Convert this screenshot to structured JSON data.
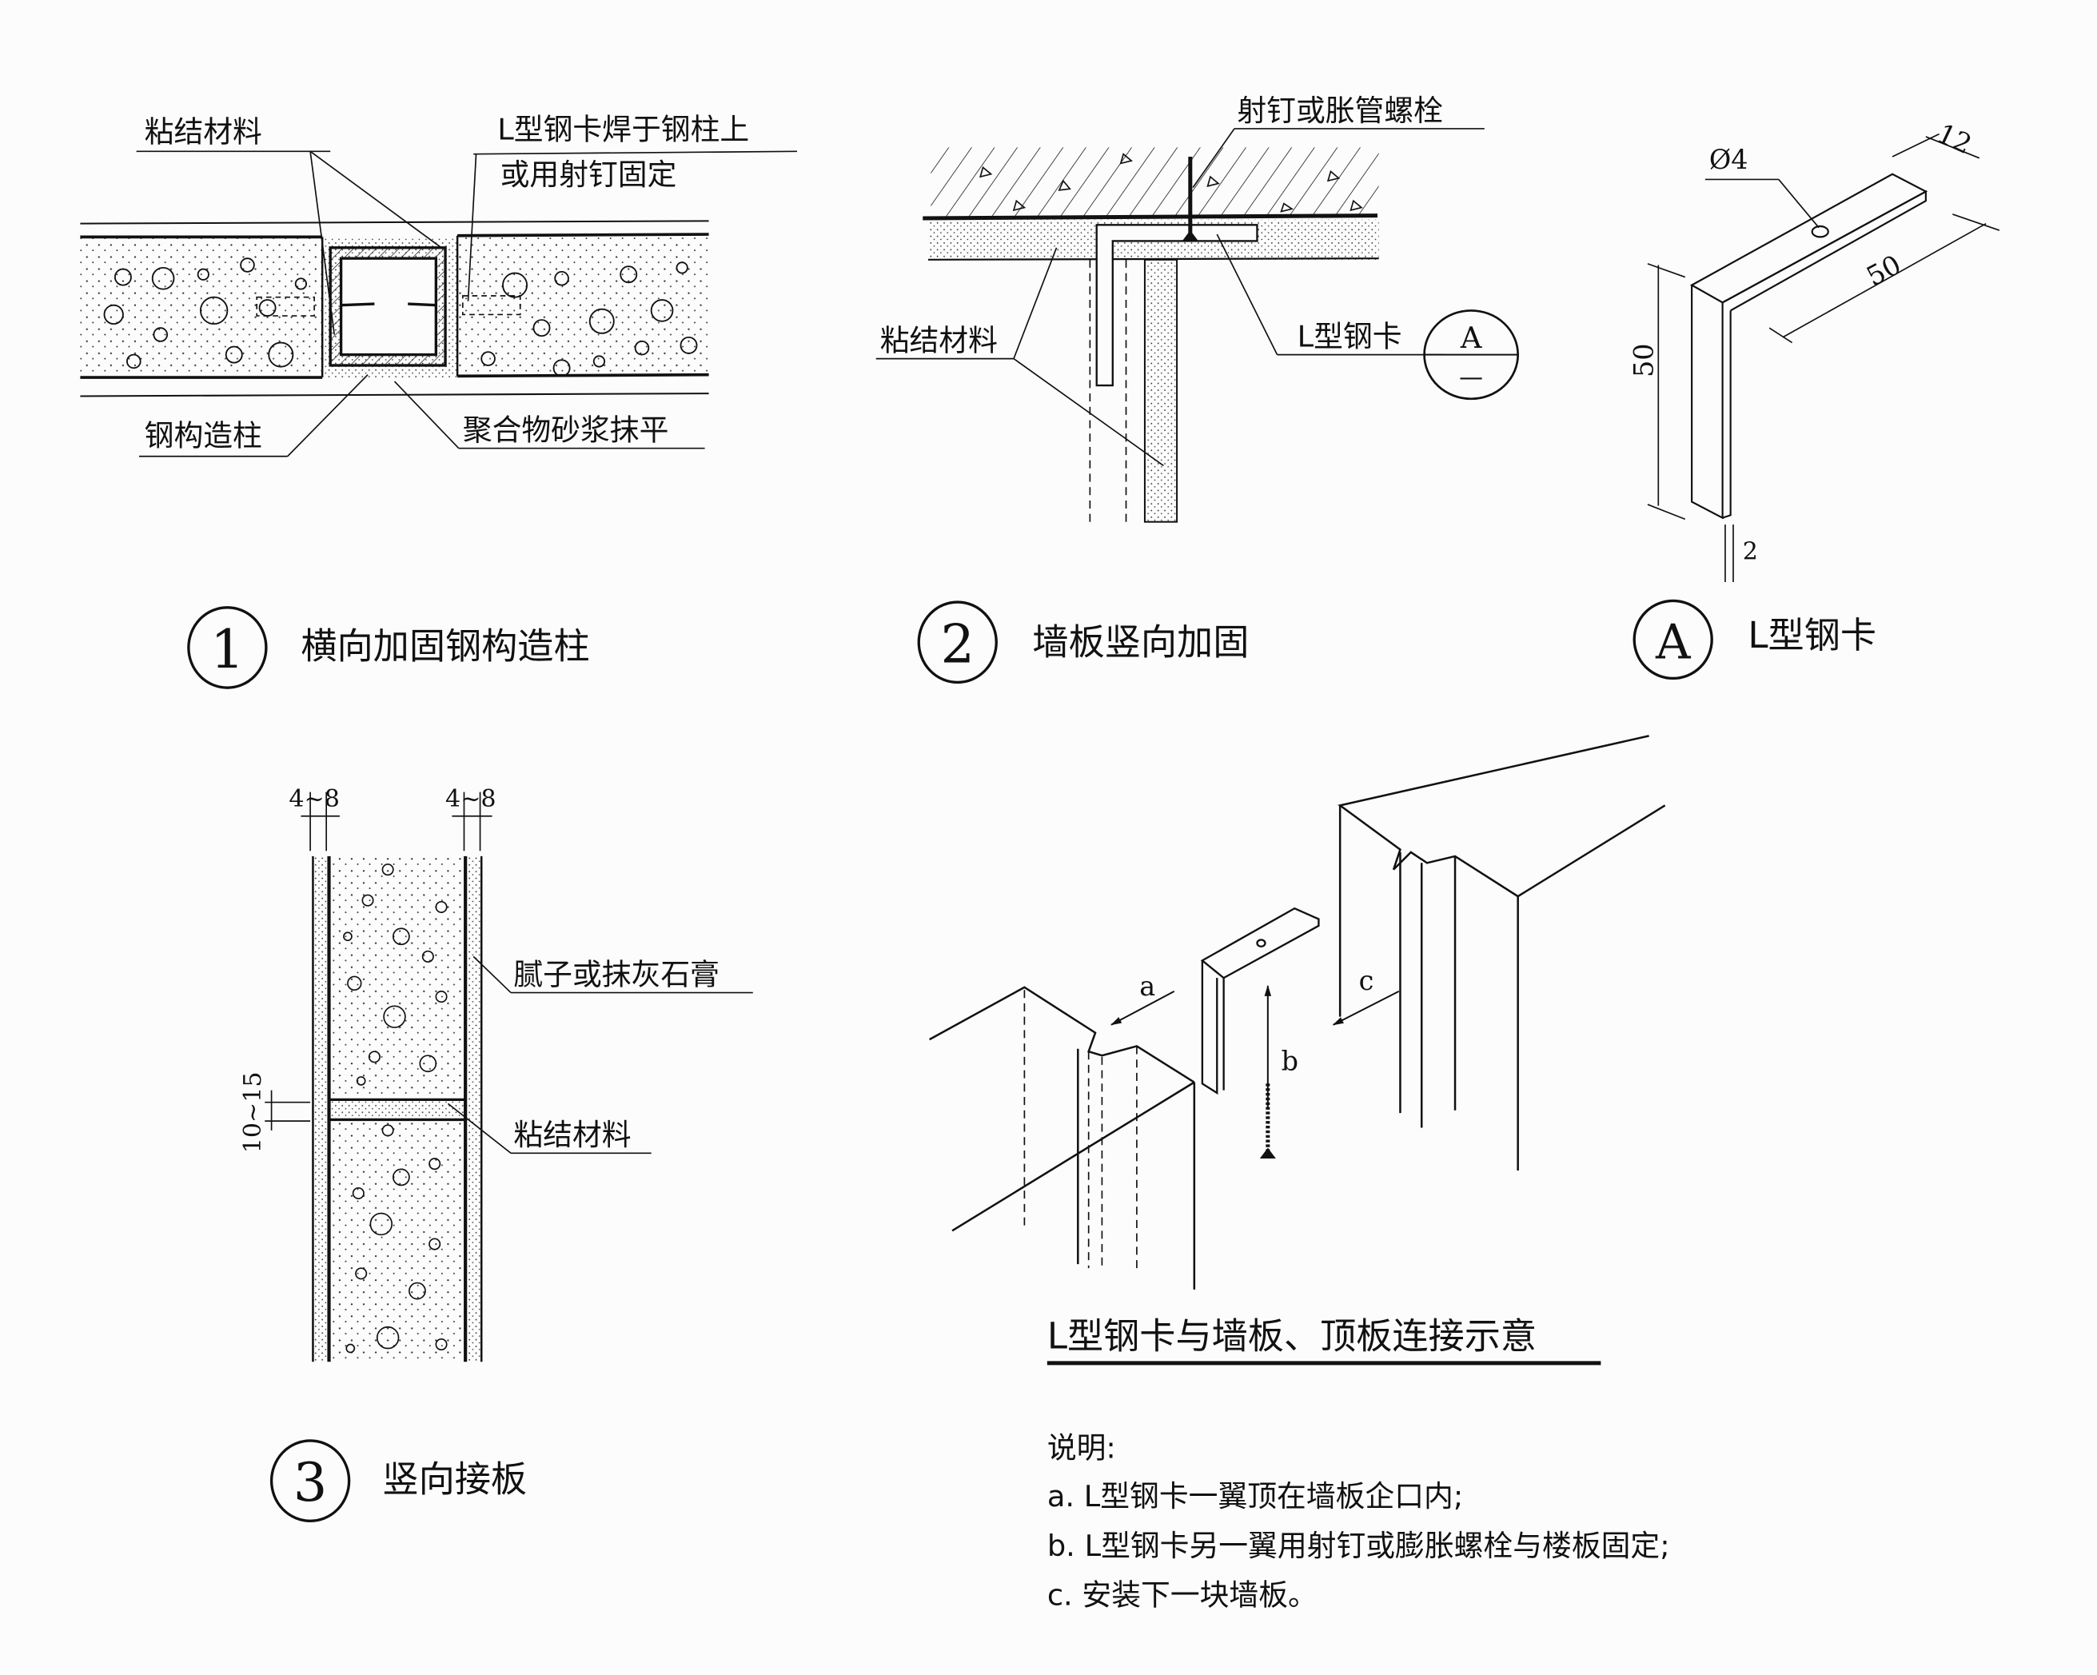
{
  "detail1": {
    "number": "1",
    "title": "横向加固钢构造柱",
    "label_adhesive": "粘结材料",
    "label_clip_line1": "L型钢卡焊于钢柱上",
    "label_clip_line2": "或用射钉固定",
    "label_steel_column": "钢构造柱",
    "label_mortar": "聚合物砂浆抹平"
  },
  "detail2": {
    "number": "2",
    "title": "墙板竖向加固",
    "label_fastener": "射钉或胀管螺栓",
    "label_adhesive": "粘结材料",
    "label_clip": "L型钢卡",
    "ref_top": "A",
    "ref_bottom": "—"
  },
  "detailA": {
    "letter": "A",
    "title": "L型钢卡",
    "dim_hole": "Ø4",
    "dim_width": "12",
    "dim_leg_horizontal": "50",
    "dim_leg_vertical": "50",
    "dim_thickness": "2"
  },
  "detail3": {
    "number": "3",
    "title": "竖向接板",
    "dim_left": "4~8",
    "dim_right": "4~8",
    "dim_joint": "10~15",
    "label_putty": "腻子或抹灰石膏",
    "label_adhesive": "粘结材料"
  },
  "assembly": {
    "title": "L型钢卡与墙板、顶板连接示意",
    "step_a": "a",
    "step_b": "b",
    "step_c": "c",
    "notes_heading": "说明:",
    "notes": [
      "a.  L型钢卡一翼顶在墙板企口内;",
      "b.  L型钢卡另一翼用射钉或膨胀螺栓与楼板固定;",
      "c.  安装下一块墙板。"
    ]
  }
}
